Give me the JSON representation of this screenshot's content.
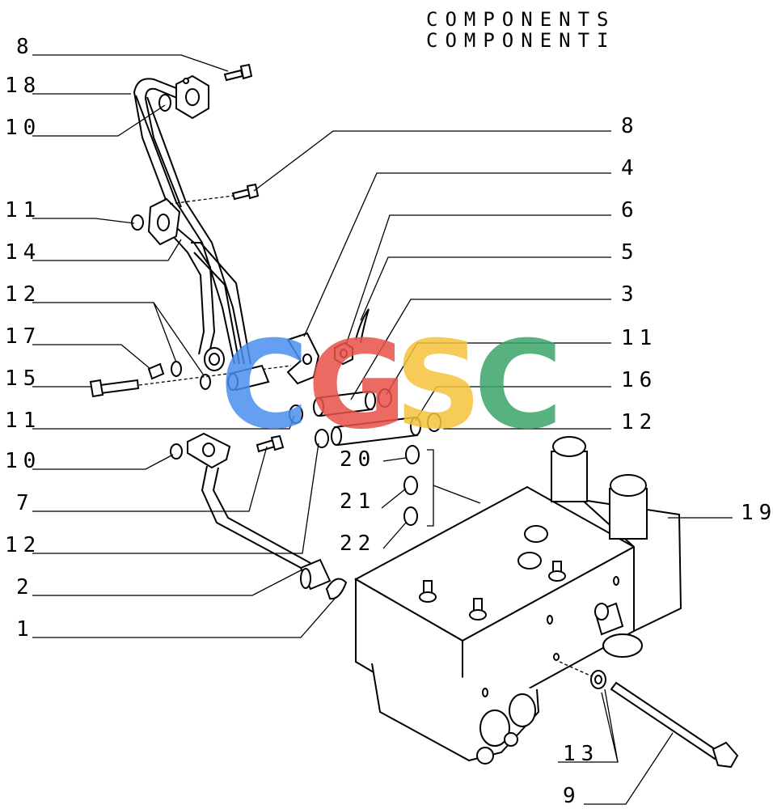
{
  "title": {
    "line1": "COMPONENTS",
    "line2": "COMPONENTI"
  },
  "watermark": {
    "letters": [
      "C",
      "G",
      "S",
      "C"
    ],
    "colors": [
      "#4a8ff0",
      "#e8524a",
      "#f5c33b",
      "#3aa56a"
    ]
  },
  "callouts": {
    "left": [
      "8",
      "18",
      "10",
      "11",
      "14",
      "12",
      "17",
      "15",
      "11",
      "10",
      "7",
      "12",
      "2",
      "1"
    ],
    "right": [
      "8",
      "4",
      "6",
      "5",
      "3",
      "11",
      "16",
      "12",
      "19"
    ],
    "mid": [
      "20",
      "21",
      "22"
    ],
    "bottom": [
      "13",
      "9"
    ]
  }
}
